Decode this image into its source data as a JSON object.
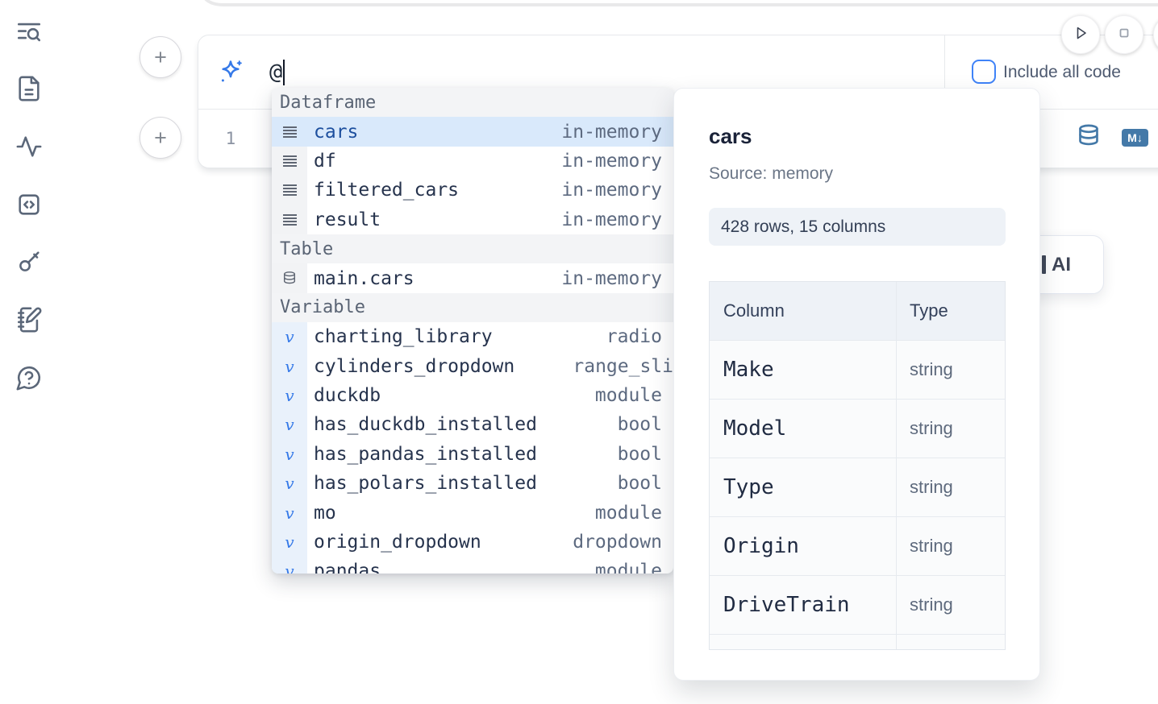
{
  "sidebar": {
    "icons": [
      "text-search",
      "file-text",
      "activity",
      "code-snippet",
      "key",
      "notebook-pen",
      "help-chat"
    ]
  },
  "toolbar": {
    "markdown_badge": "M↓"
  },
  "prompt": {
    "value": "@",
    "include_all_code_label": "Include all code",
    "checkbox_checked": false
  },
  "editor": {
    "line_number": "1"
  },
  "autocomplete": {
    "rows": [
      {
        "kind": "header",
        "label": "Dataframe"
      },
      {
        "kind": "item",
        "icon": "dataframe-icon",
        "name": "cars",
        "type": "in-memory",
        "selected": true
      },
      {
        "kind": "item",
        "icon": "dataframe-icon",
        "name": "df",
        "type": "in-memory"
      },
      {
        "kind": "item",
        "icon": "dataframe-icon",
        "name": "filtered_cars",
        "type": "in-memory"
      },
      {
        "kind": "item",
        "icon": "dataframe-icon",
        "name": "result",
        "type": "in-memory"
      },
      {
        "kind": "header",
        "label": "Table"
      },
      {
        "kind": "item",
        "icon": "database-icon",
        "name": "main.cars",
        "type": "in-memory"
      },
      {
        "kind": "header",
        "label": "Variable"
      },
      {
        "kind": "item",
        "icon": "variable-icon",
        "name": "charting_library",
        "type": "radio"
      },
      {
        "kind": "item",
        "icon": "variable-icon",
        "name": "cylinders_dropdown",
        "type": "range_sli"
      },
      {
        "kind": "item",
        "icon": "variable-icon",
        "name": "duckdb",
        "type": "module"
      },
      {
        "kind": "item",
        "icon": "variable-icon",
        "name": "has_duckdb_installed",
        "type": "bool"
      },
      {
        "kind": "item",
        "icon": "variable-icon",
        "name": "has_pandas_installed",
        "type": "bool"
      },
      {
        "kind": "item",
        "icon": "variable-icon",
        "name": "has_polars_installed",
        "type": "bool"
      },
      {
        "kind": "item",
        "icon": "variable-icon",
        "name": "mo",
        "type": "module"
      },
      {
        "kind": "item",
        "icon": "variable-icon",
        "name": "origin_dropdown",
        "type": "dropdown"
      },
      {
        "kind": "item",
        "icon": "variable-icon",
        "name": "pandas",
        "type": "module",
        "clipped": true
      }
    ]
  },
  "preview": {
    "title": "cars",
    "source": "Source: memory",
    "shape_badge": "428 rows, 15 columns",
    "table": {
      "headers": [
        "Column",
        "Type"
      ],
      "rows": [
        [
          "Make",
          "string"
        ],
        [
          "Model",
          "string"
        ],
        [
          "Type",
          "string"
        ],
        [
          "Origin",
          "string"
        ],
        [
          "DriveTrain",
          "string"
        ]
      ]
    }
  },
  "ai_card": {
    "label": "AI"
  },
  "colors": {
    "accent_blue": "#3579e8",
    "steel_blue": "#4479a8",
    "checkbox_blue": "#3f83f8",
    "selection_bg": "#d9e9fb",
    "panel_badge_bg": "#eef2f7"
  }
}
